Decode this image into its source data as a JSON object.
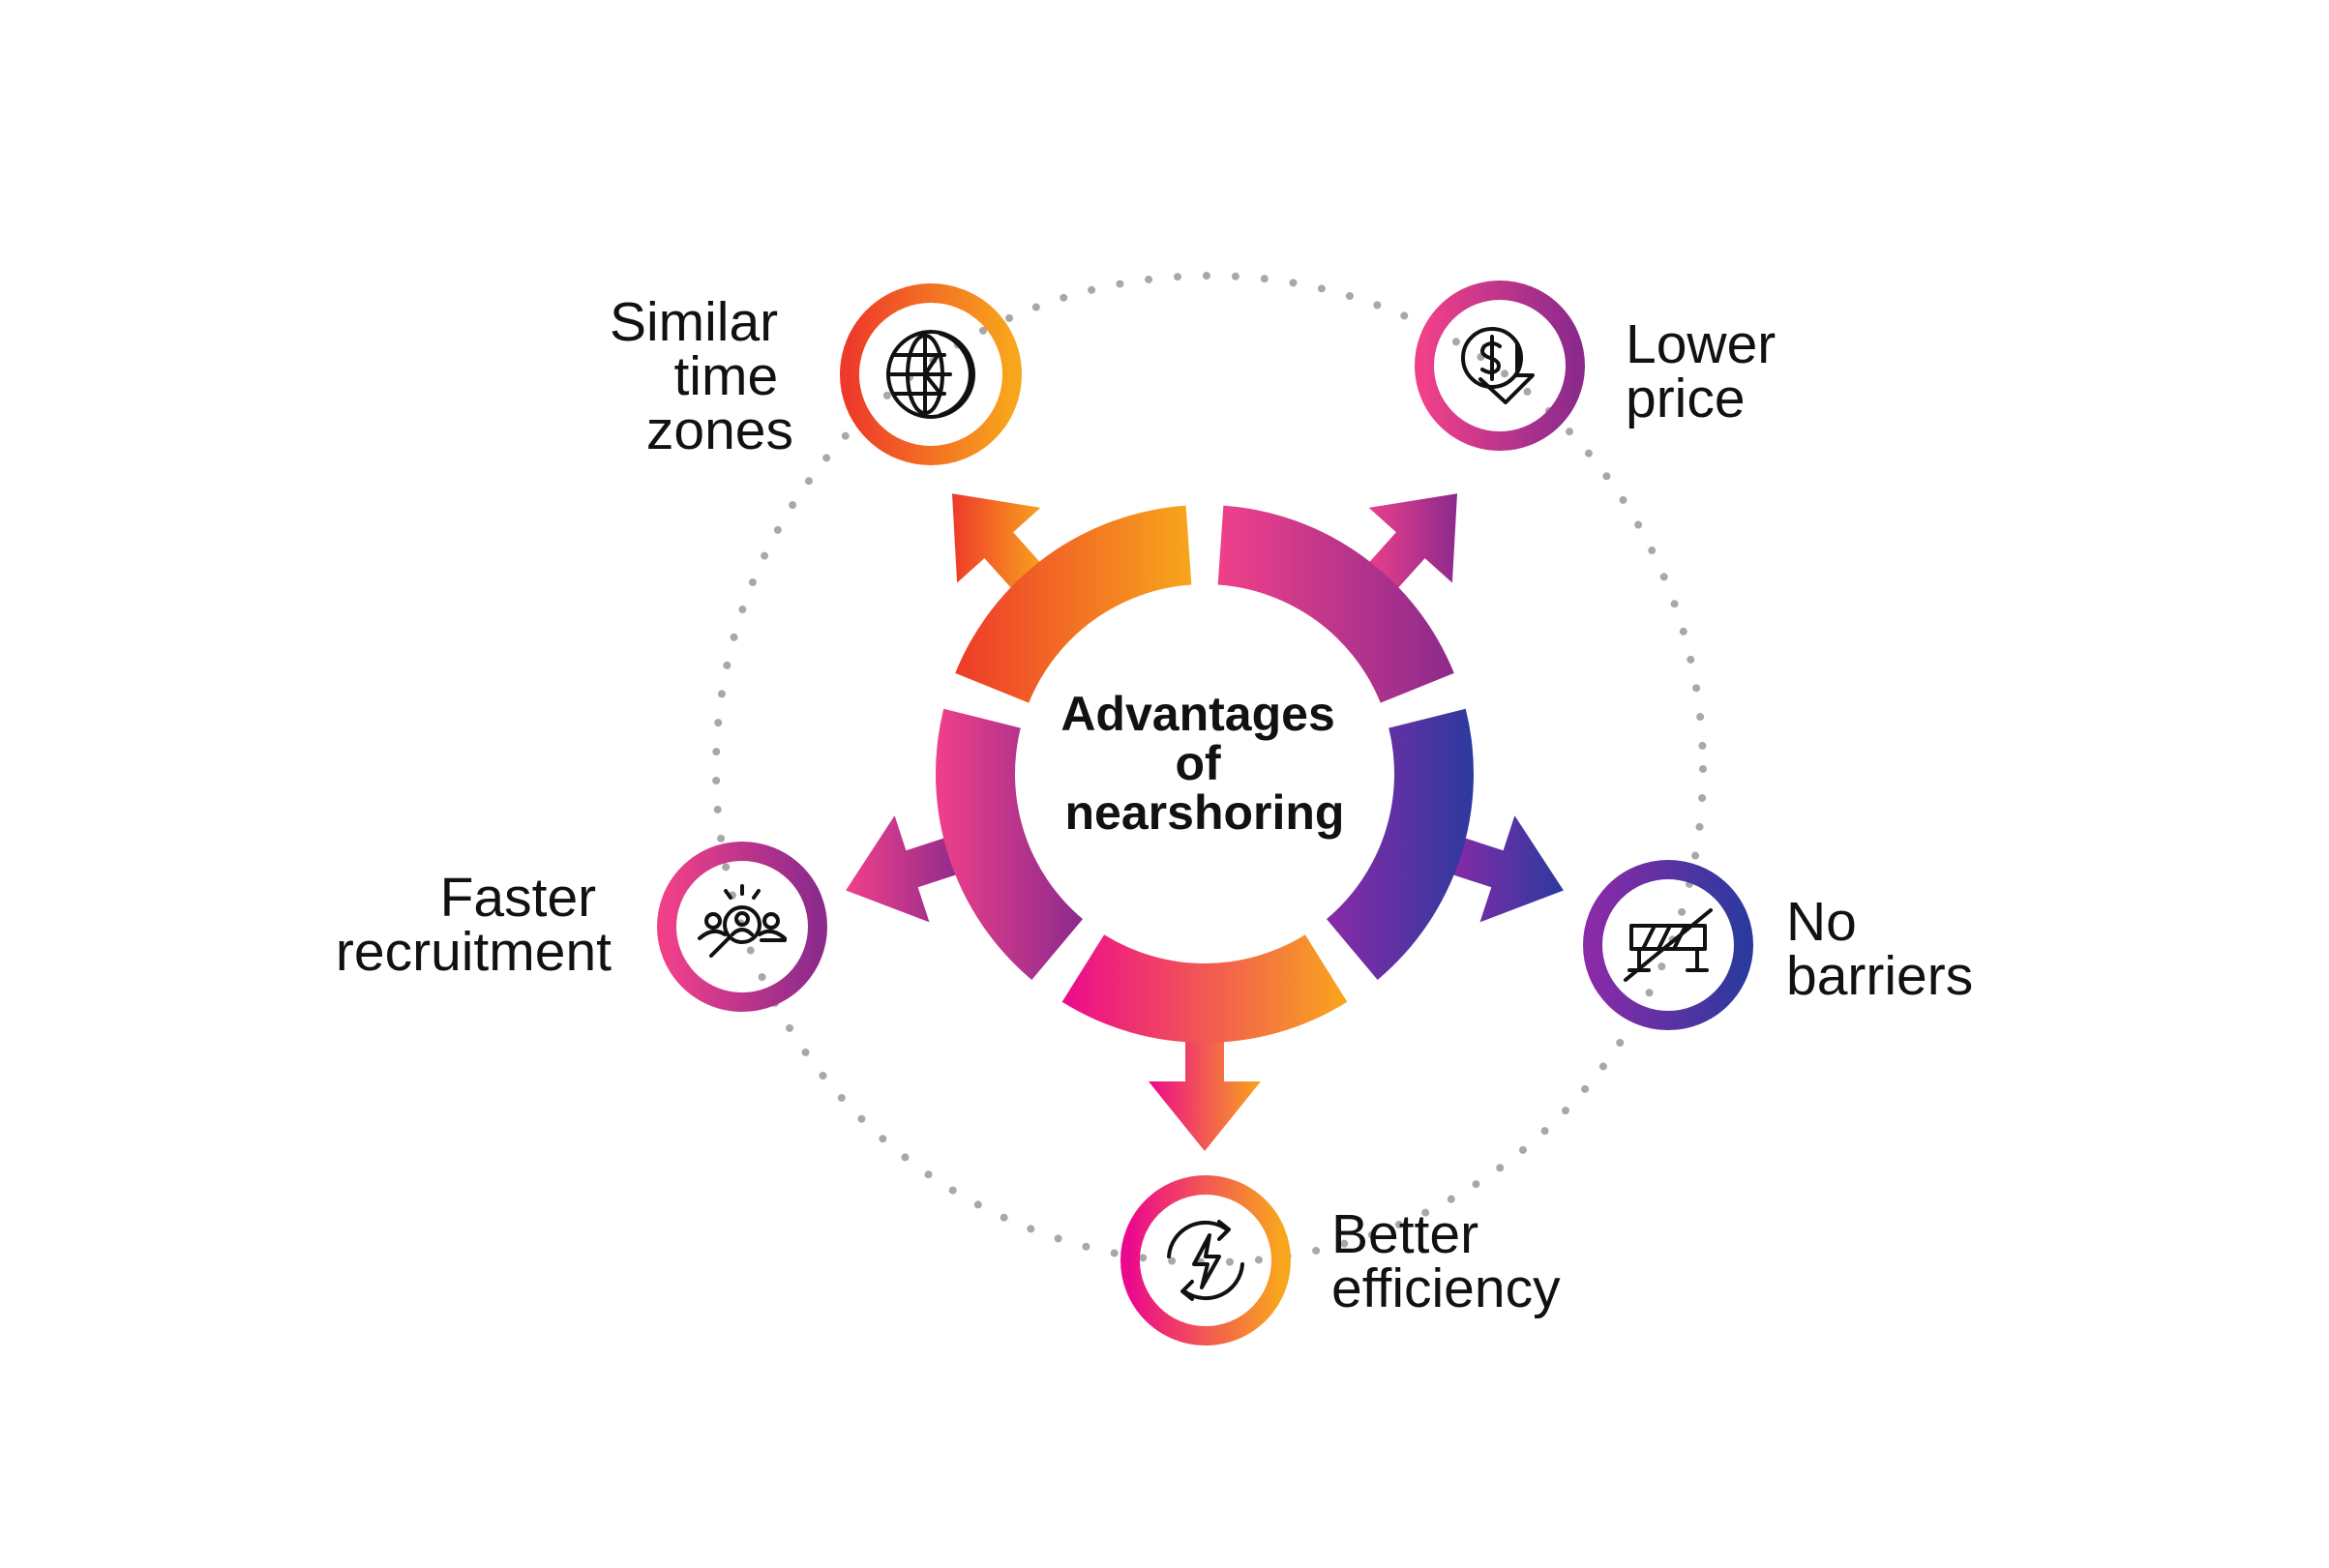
{
  "center": {
    "title_lines": [
      "Advantages",
      "of",
      "nearshoring"
    ]
  },
  "items": [
    {
      "id": "time-zones",
      "label_lines": [
        "Similar",
        "time",
        "zones"
      ],
      "icon": "globe-clock-icon",
      "colors": [
        "#ef3e2c",
        "#f7a21b"
      ]
    },
    {
      "id": "lower-price",
      "label_lines": [
        "Lower",
        "price"
      ],
      "icon": "dollar-down-icon",
      "colors": [
        "#ef3e86",
        "#8e2a8e"
      ]
    },
    {
      "id": "no-barriers",
      "label_lines": [
        "No",
        "barriers"
      ],
      "icon": "barrier-icon",
      "colors": [
        "#8a2aa8",
        "#2f3aa0"
      ]
    },
    {
      "id": "better-efficiency",
      "label_lines": [
        "Better",
        "efficiency"
      ],
      "icon": "lightning-cycle-icon",
      "colors": [
        "#ec0a8c",
        "#f7a21b"
      ]
    },
    {
      "id": "faster-recruitment",
      "label_lines": [
        "Faster",
        "recruitment"
      ],
      "icon": "recruitment-search-icon",
      "colors": [
        "#ef3e86",
        "#8e2a8e"
      ]
    }
  ],
  "colors": {
    "dotted_ring": "#a8a8a8",
    "text": "#111111",
    "background": "#ffffff"
  }
}
